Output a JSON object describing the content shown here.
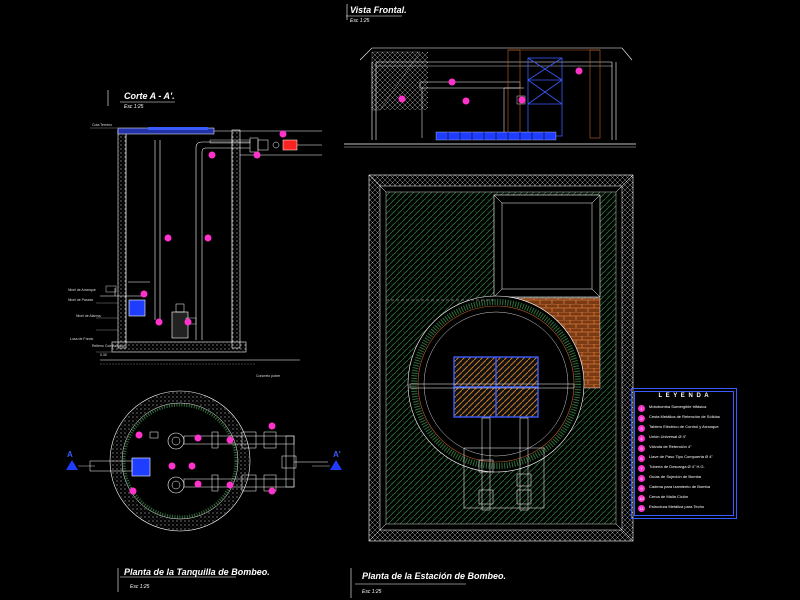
{
  "views": {
    "section": {
      "title": "Corte A - A'.",
      "scale": "Esc 1:25"
    },
    "front": {
      "title": "Vista Frontal.",
      "scale": "Esc 1:25"
    },
    "pit_plan": {
      "title": "Planta de la Tanquilla de Bombeo.",
      "scale": "Esc 1:25"
    },
    "station_plan": {
      "title": "Planta de la Estación de Bombeo.",
      "scale": "Esc 1:25"
    }
  },
  "markers": {
    "left": "A",
    "right": "A'"
  },
  "legend": {
    "title": "L E Y E N D A",
    "items": [
      {
        "num": "1",
        "text": "Motobomba Sumergible trifásica"
      },
      {
        "num": "2",
        "text": "Cesta Metálica de Retención de Sólidos"
      },
      {
        "num": "3",
        "text": "Tablero Eléctrico de Control y Arranque"
      },
      {
        "num": "4",
        "text": "Unión Universal Ø 4\""
      },
      {
        "num": "5",
        "text": "Válvula de Retención 4\""
      },
      {
        "num": "6",
        "text": "Llave de Paso Tipo Compuerta Ø 4\""
      },
      {
        "num": "7",
        "text": "Tubería de Descarga Ø 4\" H.G."
      },
      {
        "num": "8",
        "text": "Guías de Sujeción de Bomba"
      },
      {
        "num": "9",
        "text": "Cadena para Izamiento de Bomba"
      },
      {
        "num": "10",
        "text": "Cerca de Malla Ciclón"
      },
      {
        "num": "11",
        "text": "Estructura Metálica para Techo"
      }
    ]
  },
  "section_notes": [
    "Cota Terreno",
    "Nivel de Arranque",
    "Nivel de Parada",
    "Nivel de Alarma",
    "Losa de Fondo",
    "Relleno Compactado",
    "0.30",
    "Concreto pobre"
  ],
  "colors": {
    "background": "#000000",
    "lines": "#ffffff",
    "accent_blue": "#1f3dff",
    "callout": "#ff33cc",
    "brick": "#c0622a",
    "hatch_green": "#3c8a4a"
  }
}
